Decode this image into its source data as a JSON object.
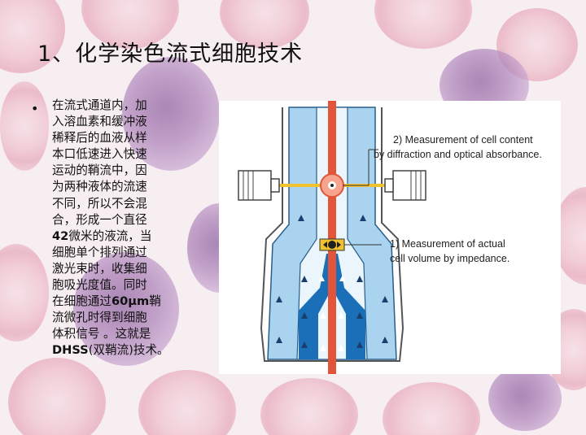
{
  "slide": {
    "title": "1、化学染色流式细胞技术",
    "bullet": [
      "在流式通道内，加",
      "入溶血素和缓冲液",
      "稀释后的血液从样",
      "本口低速进入快速",
      "运动的鞘流中，因",
      "为两种液体的流速",
      "不同，所以不会混",
      "合，形成一个直径",
      "42微米的液流，当",
      "细胞单个排列通过",
      "激光束时，收集细",
      "胞吸光度值。同时",
      "在细胞通过60μm鞘",
      "流微孔时得到细胞",
      "体积信号 。这就是",
      "DHSS(双鞘流)技术。"
    ]
  },
  "diagram": {
    "label_1_line1": "2) Measurement of cell content",
    "label_1_line2": "by diffraction and optical absorbance.",
    "label_2_line1": "1) Measurement of actual",
    "label_2_line2": "cell volume by impedance."
  },
  "colors": {
    "light_blue": "#a9d3ee",
    "dark_blue": "#1a6fb8",
    "red_stream": "#e2553a",
    "laser_yellow": "#f2c12e"
  }
}
